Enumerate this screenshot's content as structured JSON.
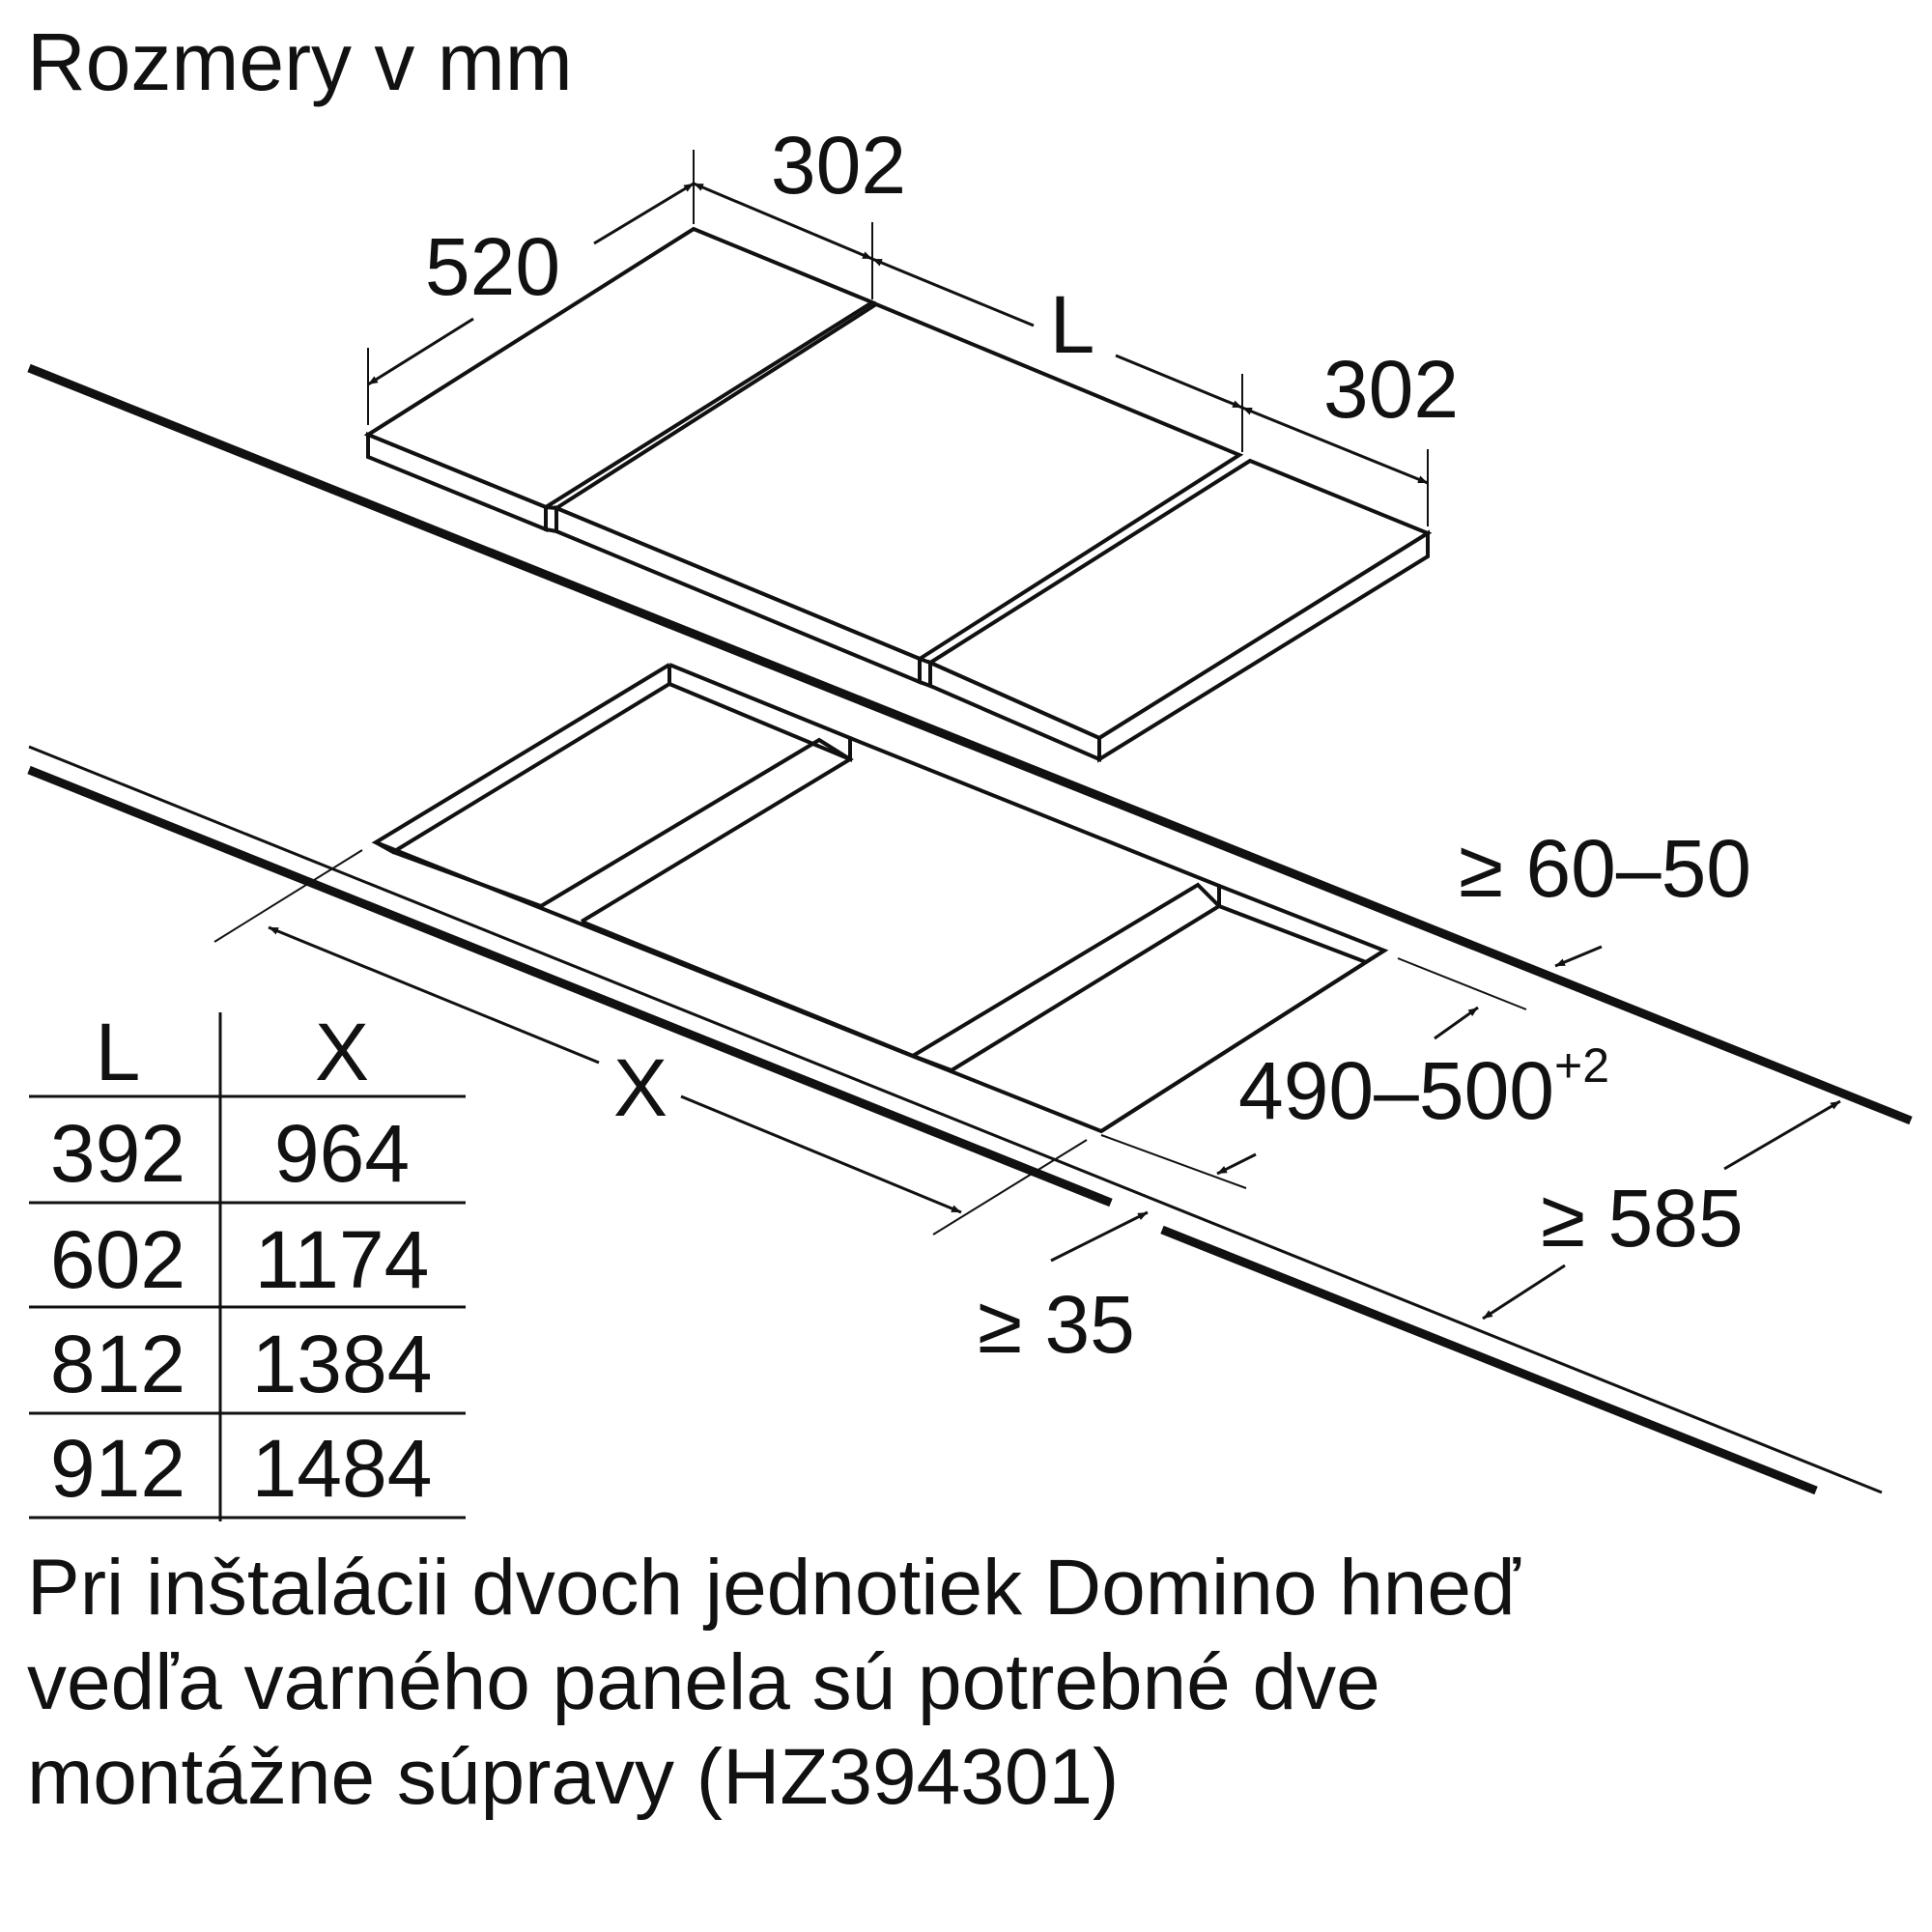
{
  "title": "Rozmery v mm",
  "dimensions": {
    "top_depth": "520",
    "top_width_left": "302",
    "top_middle": "L",
    "top_width_right": "302",
    "clearance_back": "≥ 60–50",
    "cutout_depth": "490–500",
    "cutout_depth_tolerance": "+2",
    "cutout_length": "X",
    "clearance_front": "≥ 35",
    "worktop_depth": "≥ 585"
  },
  "table": {
    "headers": [
      "L",
      "X"
    ],
    "rows": [
      [
        "392",
        "964"
      ],
      [
        "602",
        "1174"
      ],
      [
        "812",
        "1384"
      ],
      [
        "912",
        "1484"
      ]
    ]
  },
  "note_lines": [
    "Pri inštalácii dvoch jednotiek Domino hneď",
    "vedľa varného panela sú potrebné dve",
    "montážne súpravy (HZ394301)"
  ]
}
